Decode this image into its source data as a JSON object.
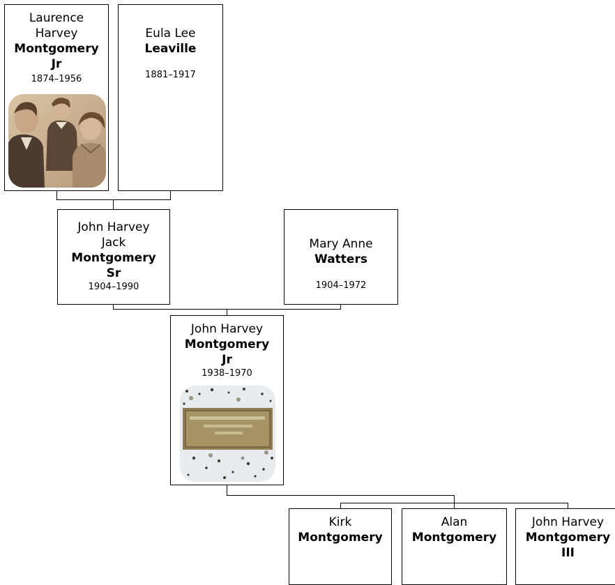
{
  "people": {
    "laurence": {
      "given": [
        "Laurence",
        "Harvey"
      ],
      "surname": [
        "Montgomery",
        "Jr"
      ],
      "dates": "1874–1956",
      "photo": "family-portrait-photo"
    },
    "eula": {
      "given": [
        "Eula Lee"
      ],
      "surname": [
        "Leaville"
      ],
      "dates": "1881–1917"
    },
    "jhj_sr": {
      "given": [
        "John Harvey",
        "Jack"
      ],
      "surname": [
        "Montgomery",
        "Sr"
      ],
      "dates": "1904–1990"
    },
    "mary": {
      "given": [
        "Mary Anne"
      ],
      "surname": [
        "Watters"
      ],
      "dates": "1904–1972"
    },
    "jh_jr": {
      "given": [
        "John Harvey"
      ],
      "surname": [
        "Montgomery",
        "Jr"
      ],
      "dates": "1938–1970",
      "photo": "grave-marker-photo"
    },
    "kirk": {
      "given": [
        "Kirk"
      ],
      "surname": [
        "Montgomery"
      ]
    },
    "alan": {
      "given": [
        "Alan"
      ],
      "surname": [
        "Montgomery"
      ]
    },
    "jh_iii": {
      "given": [
        "John Harvey"
      ],
      "surname": [
        "Montgomery",
        "III"
      ]
    }
  }
}
